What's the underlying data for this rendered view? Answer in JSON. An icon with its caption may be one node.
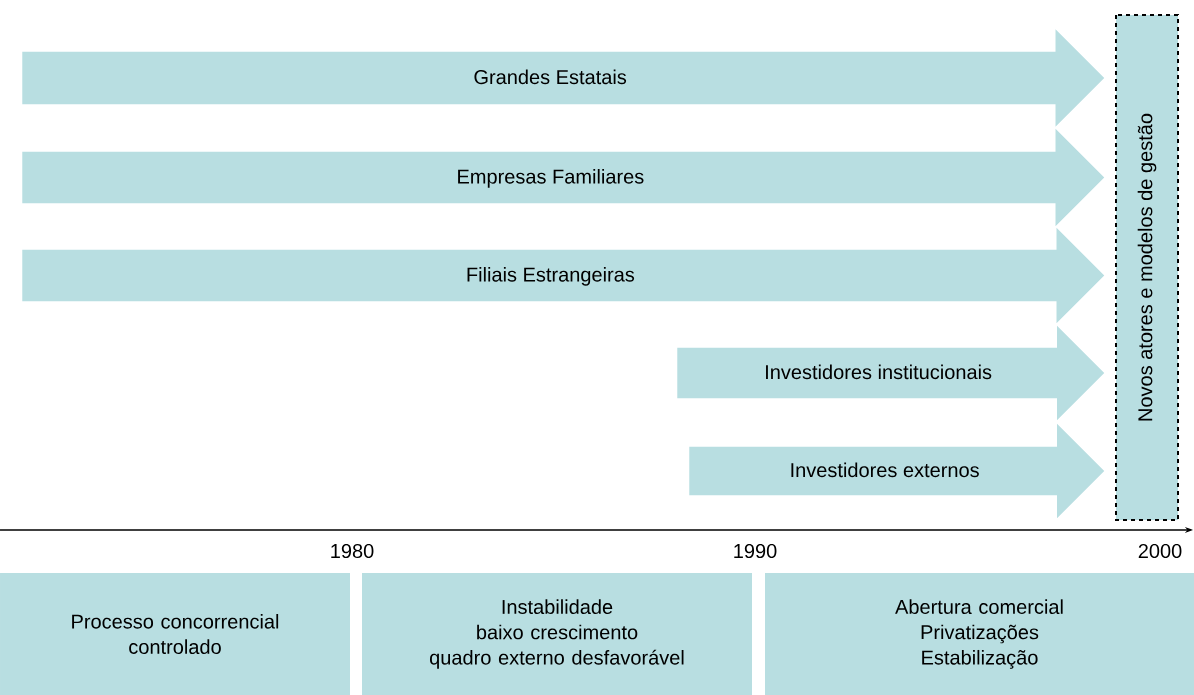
{
  "diagram": {
    "nodes": [
      {
        "text": [
          "Grandes Estatais"
        ]
      },
      {
        "text": [
          "Empresas Familiares"
        ]
      },
      {
        "text": [
          "Filiais Estrangeiras"
        ]
      },
      {
        "text": [
          "Investidores institucionais"
        ]
      },
      {
        "text": [
          "Investidores externos"
        ]
      },
      {
        "text": [
          "Novos atores e modelos de gestão"
        ]
      },
      {
        "text": [
          "Processo concorrencial controlado"
        ]
      },
      {
        "text": [
          "Instabilidade",
          "baixo crescimento",
          "quadro externo desfavorável"
        ]
      },
      {
        "text": [
          "Abertura comercial",
          "Privatizações",
          "Estabilização"
        ]
      }
    ],
    "edges": [],
    "labels": [
      "1980",
      "1990",
      "2000"
    ]
  }
}
